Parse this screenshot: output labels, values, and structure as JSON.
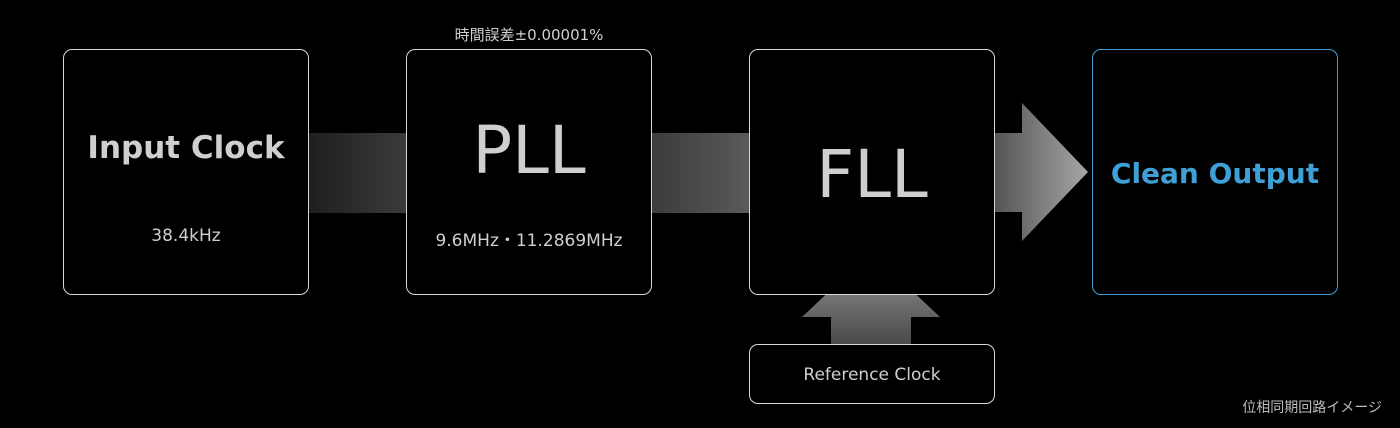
{
  "colors": {
    "background": "#000000",
    "box_border": "#d8d8d8",
    "text": "#cfcfcf",
    "accent": "#3ea0d6"
  },
  "nodes": {
    "input": {
      "title": "Input Clock",
      "subtitle": "38.4kHz"
    },
    "pll": {
      "title": "PLL",
      "subtitle": "9.6MHz・11.2869MHz",
      "note": "時間誤差±0.00001%"
    },
    "fll": {
      "title": "FLL"
    },
    "output": {
      "title": "Clean Output"
    },
    "reference": {
      "title": "Reference Clock"
    }
  },
  "edges": [
    {
      "from": "input",
      "to": "pll"
    },
    {
      "from": "pll",
      "to": "fll"
    },
    {
      "from": "fll",
      "to": "output"
    },
    {
      "from": "reference",
      "to": "fll"
    }
  ],
  "footnote": "位相同期回路イメージ"
}
